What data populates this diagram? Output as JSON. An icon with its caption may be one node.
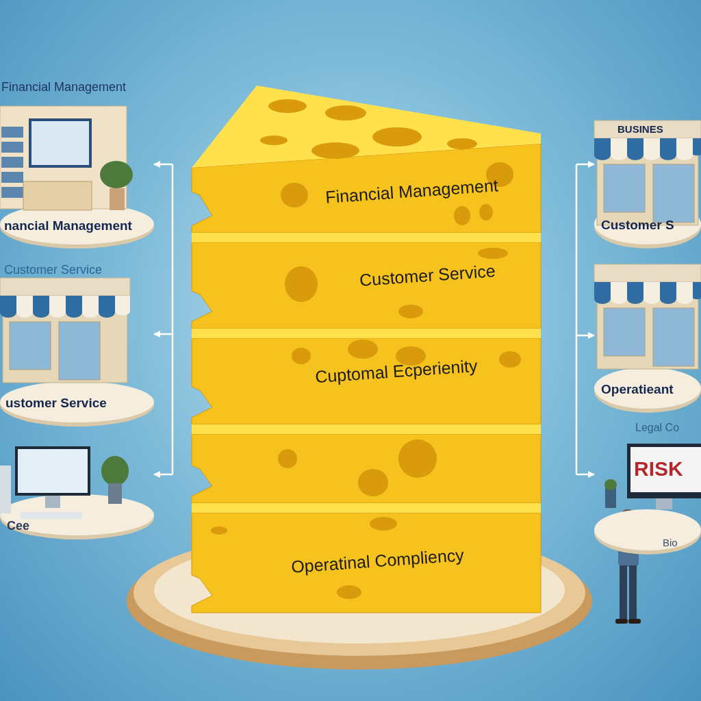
{
  "diagram": {
    "nodes": [
      {
        "text": [
          "Financial Management",
          "nancial Management"
        ]
      },
      {
        "text": [
          "Customer Service",
          "ustomer Service"
        ]
      },
      {
        "text": [
          "Cee"
        ]
      },
      {
        "text": [
          "BUSINES",
          "Customer S"
        ]
      },
      {
        "text": [
          "Operatieant"
        ]
      },
      {
        "text": [
          "Legal Co",
          "RISK",
          "Bio"
        ]
      },
      {
        "text": [
          "Financial Management"
        ]
      },
      {
        "text": [
          "Customer Service"
        ]
      },
      {
        "text": [
          "Cuptomal Ecperienity"
        ]
      },
      {
        "text": [],
        "shape": "box"
      },
      {
        "text": [
          "Operatinal Compliency"
        ]
      }
    ],
    "edges": [
      {
        "from": null,
        "to": 0,
        "arrow": "to"
      },
      {
        "from": null,
        "to": 1,
        "arrow": "to"
      },
      {
        "from": null,
        "to": 2,
        "arrow": "to"
      },
      {
        "from": null,
        "to": 3,
        "arrow": "to"
      },
      {
        "from": null,
        "to": 4,
        "arrow": "to"
      },
      {
        "from": null,
        "to": 5,
        "arrow": "to"
      }
    ]
  }
}
